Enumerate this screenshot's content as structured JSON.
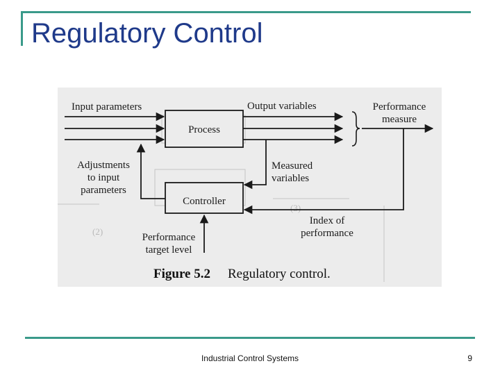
{
  "slide": {
    "title": "Regulatory Control",
    "footer": "Industrial Control Systems",
    "page_number": "9"
  },
  "figure": {
    "labels": {
      "input_parameters": "Input parameters",
      "output_variables": "Output variables",
      "performance_measure_1": "Performance",
      "performance_measure_2": "measure",
      "process": "Process",
      "adjustments_1": "Adjustments",
      "adjustments_2": "to input",
      "adjustments_3": "parameters",
      "measured_1": "Measured",
      "measured_2": "variables",
      "controller": "Controller",
      "index_1": "Index of",
      "index_2": "performance",
      "target_1": "Performance",
      "target_2": "target level",
      "caption_number": "Figure 5.2",
      "caption_text": "Regulatory control."
    }
  },
  "colors": {
    "title": "#1f3a8a",
    "rule": "#3a9a8a",
    "figure_bg": "#ececec"
  }
}
